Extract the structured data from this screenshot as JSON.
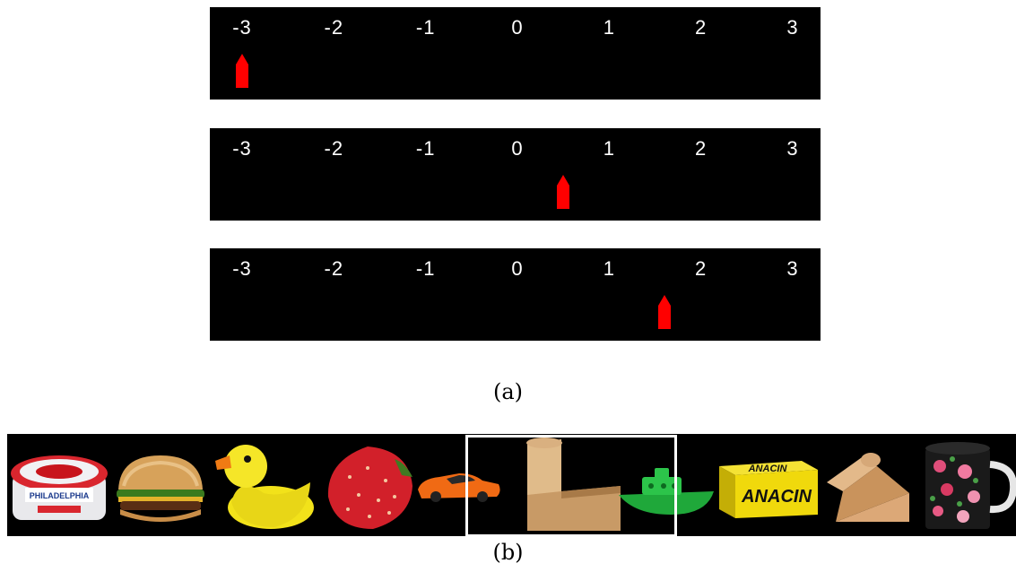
{
  "scales": [
    {
      "ticks": [
        "-3",
        "-2",
        "-1",
        "0",
        "1",
        "2",
        "3"
      ],
      "marker_value": -3.0
    },
    {
      "ticks": [
        "-3",
        "-2",
        "-1",
        "0",
        "1",
        "2",
        "3"
      ],
      "marker_value": 0.5
    },
    {
      "ticks": [
        "-3",
        "-2",
        "-1",
        "0",
        "1",
        "2",
        "3"
      ],
      "marker_value": 1.6
    }
  ],
  "caption_a": "(a)",
  "caption_b": "(b)",
  "objects": [
    "cream-cheese-tub",
    "hamburger",
    "rubber-duck",
    "strawberry",
    "toy-car",
    "wooden-l-block",
    "toy-boat",
    "anacin-box",
    "wooden-wedge",
    "floral-mug"
  ],
  "selected_object": "wooden-l-block",
  "labels": {
    "cream_cheese": "PHILADELPHIA",
    "anacin_top": "ANACIN",
    "anacin_front": "ANACIN"
  },
  "colors": {
    "marker": "#ff0000",
    "panel": "#000000",
    "tick_text": "#ffffff",
    "selection": "#ffffff"
  }
}
